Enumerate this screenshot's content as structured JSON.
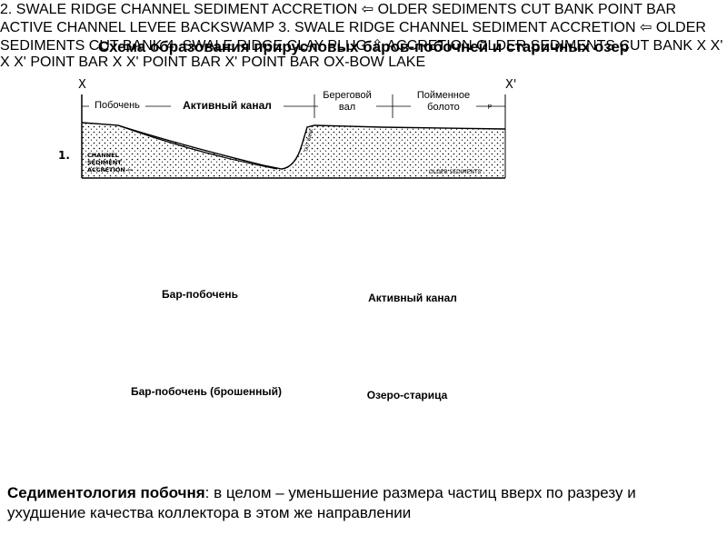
{
  "title": "Схема образования прирусловых баров-побочней и старичных озер",
  "top_axis": {
    "left_mark": "X",
    "right_mark": "X'"
  },
  "panel1": {
    "number": "1.",
    "labels": {
      "point_bar": "Побочень",
      "active_channel": "Активный канал",
      "levee": "Береговой вал",
      "backswamp": "Пойменное болото",
      "p": "P"
    },
    "accretion": "CHANNEL SEDIMENT ACCRETION",
    "cut_bank": "CUT BANK",
    "older": "OLDER SEDIMENTS"
  },
  "panel2": {
    "number": "2.",
    "labels": {
      "point_bar": "POINT BAR",
      "active_channel": "ACTIVE CHANNEL",
      "levee": "LEVEE",
      "backswamp": "BACKSWAMP"
    },
    "swale": "SWALE",
    "ridge": "RIDGE",
    "accretion": "CHANNEL SEDIMENT ACCRETION",
    "cut_bank": "CUT BANK",
    "older": "OLDER SEDIMENTS"
  },
  "panel3": {
    "number": "3.",
    "labels": {
      "point_bar": "Бар-побочень",
      "active_channel": "Активный канал"
    },
    "swale": "SWALE",
    "ridge": "RIDGE",
    "accretion": "CHANNEL SEDIMENT ACCRETION",
    "cut_bank": "CUT BANK",
    "older": "OLDER SEDIMENTS"
  },
  "panel4": {
    "number": "4.",
    "labels": {
      "point_bar": "Бар-побочень (брошенный)",
      "oxbow": "Озеро-старица"
    },
    "swale": "SWALE",
    "ridge": "RIDGE",
    "clay_plug": "CLAY PLUG",
    "accretion": "ACCRETION",
    "cut_bank": "CUT BANK",
    "older": "OLDER SEDIMENTS"
  },
  "map_insets": {
    "x": "X",
    "x_prime": "X'",
    "point_bar": "POINT BAR",
    "oxbow": "OX-BOW LAKE"
  },
  "caption": {
    "bold": "Седиментология побочня",
    "rest": ": в целом – уменьшение размера частиц вверх по разрезу и ухудшение качества коллектора в этом же направлении"
  }
}
